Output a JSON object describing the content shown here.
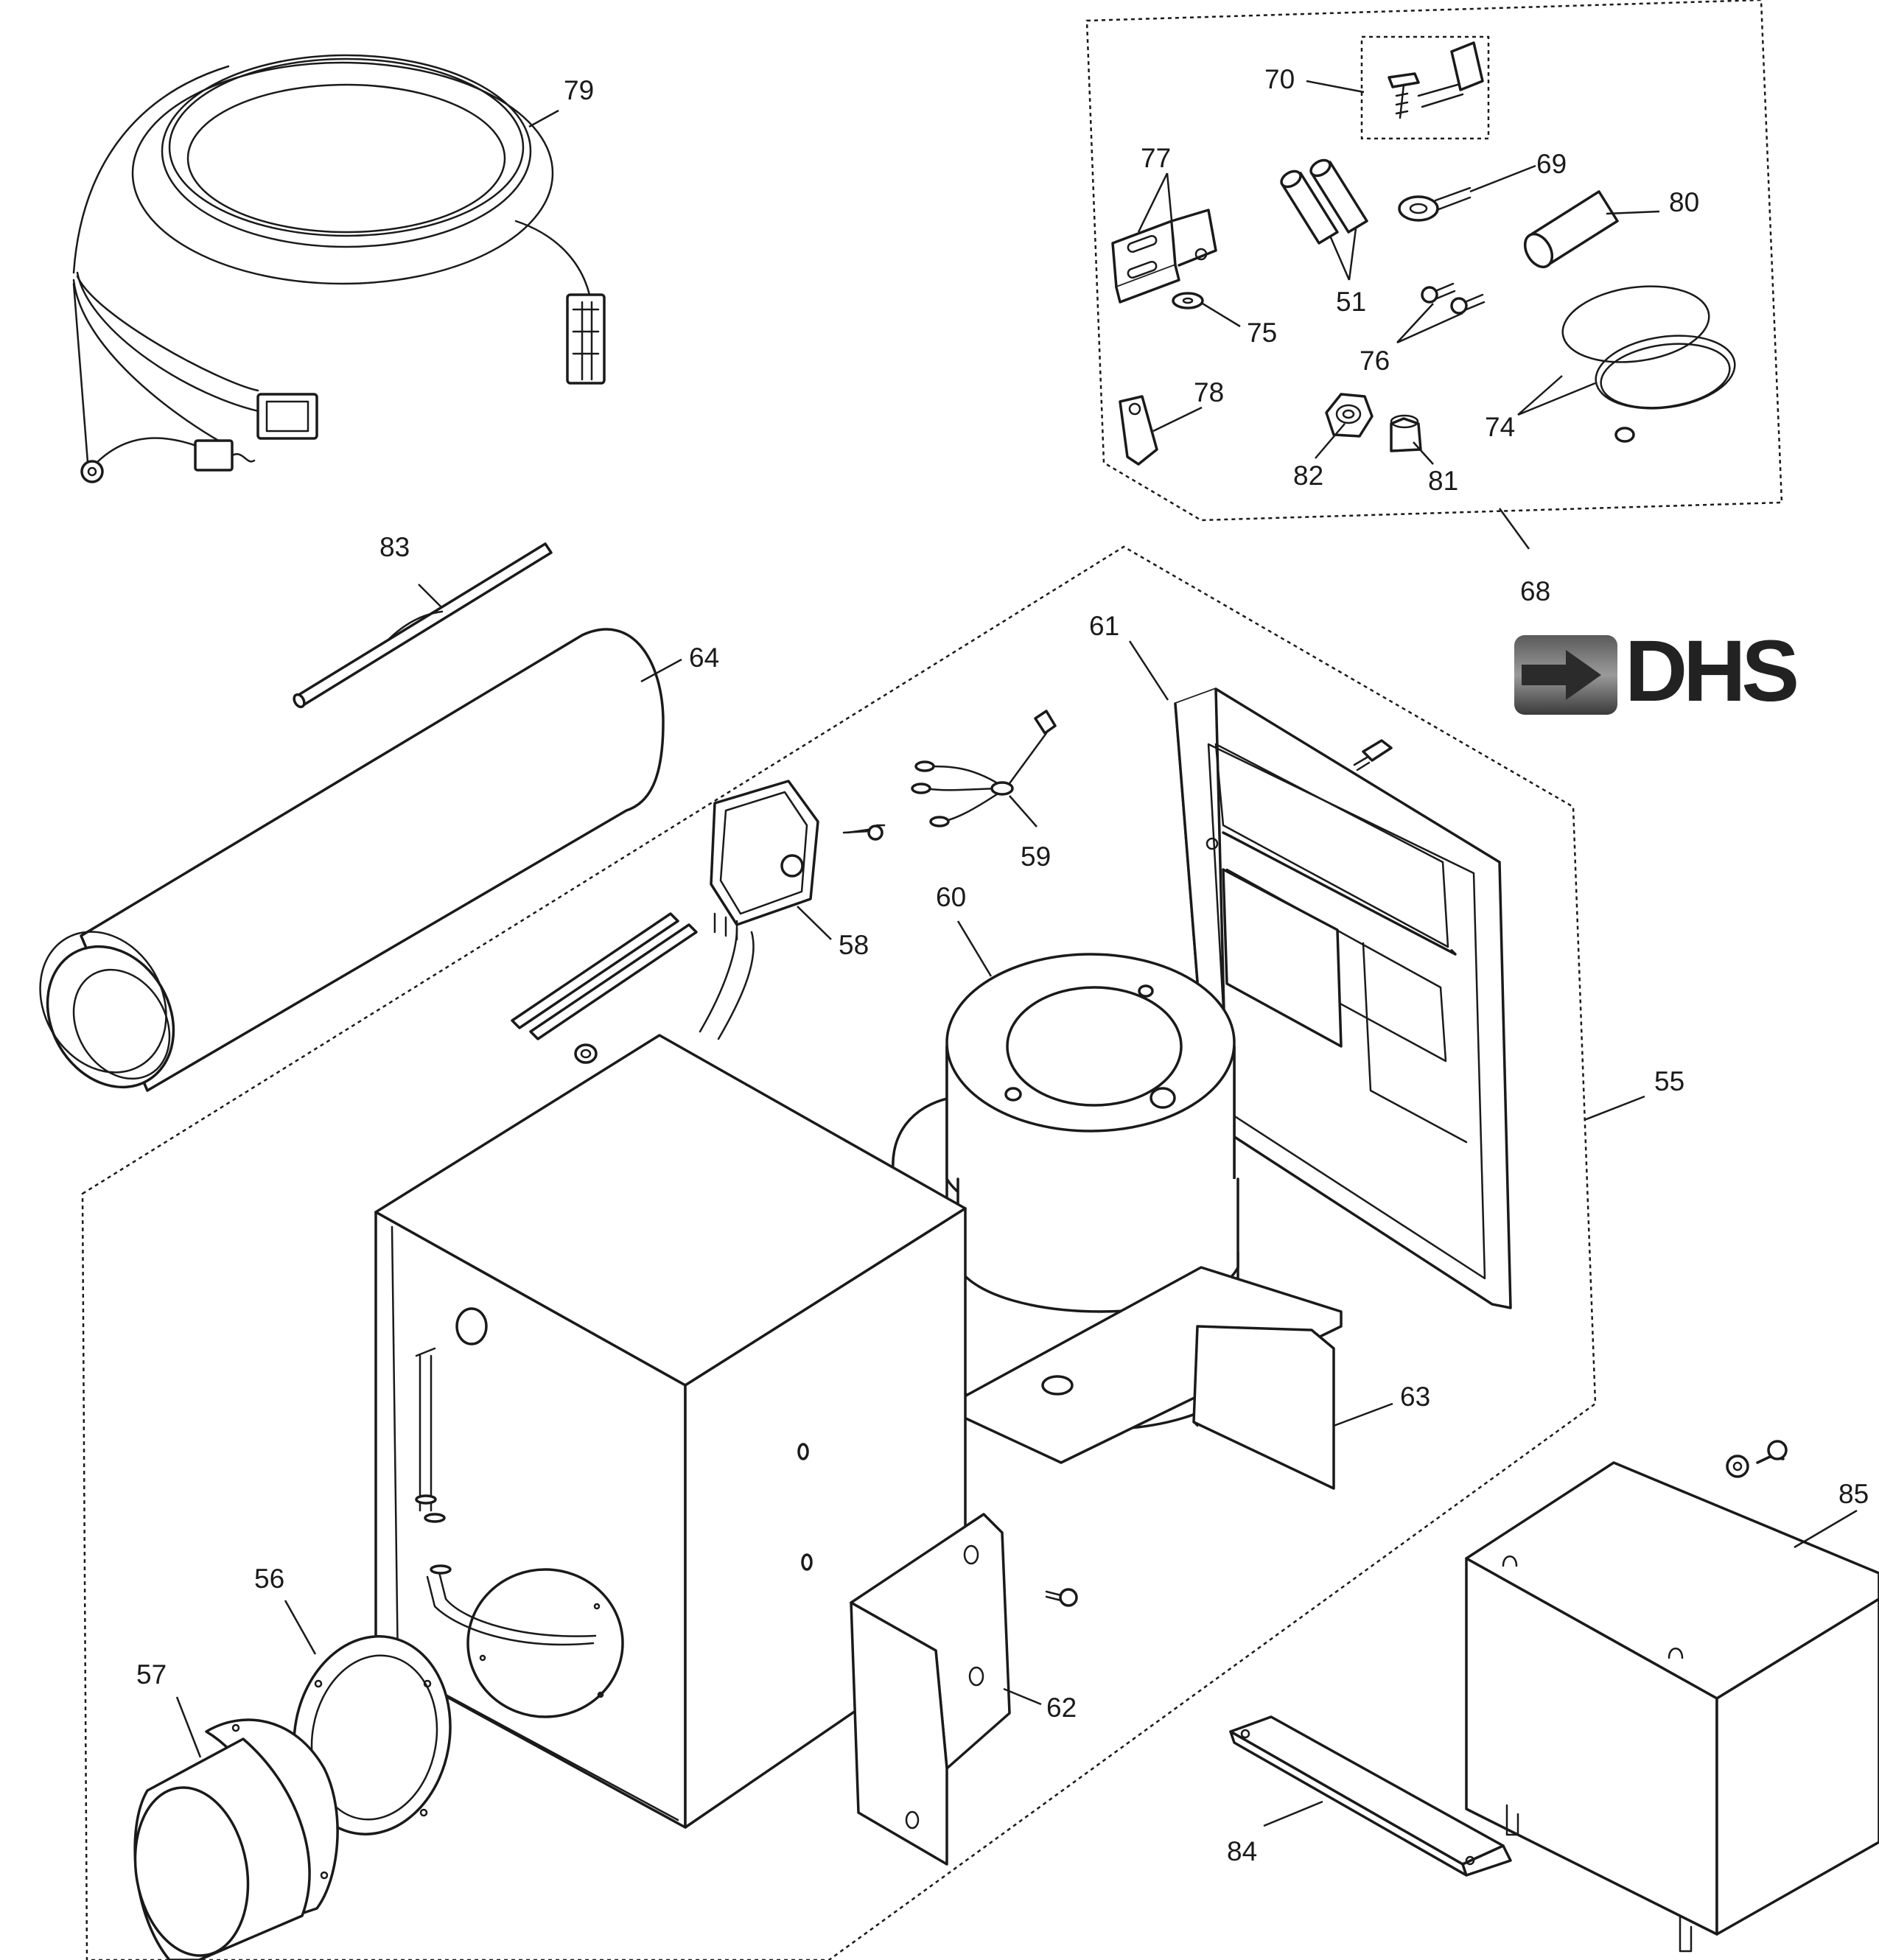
{
  "brand": {
    "name": "DHS",
    "dark": "#222222",
    "mid": "#555555",
    "light": "#9a9a9a"
  },
  "line_color": "#1a1a1a",
  "callouts": [
    {
      "id": "79",
      "label": "79"
    },
    {
      "id": "70",
      "label": "70"
    },
    {
      "id": "77",
      "label": "77"
    },
    {
      "id": "69",
      "label": "69"
    },
    {
      "id": "80",
      "label": "80"
    },
    {
      "id": "51",
      "label": "51"
    },
    {
      "id": "75",
      "label": "75"
    },
    {
      "id": "76",
      "label": "76"
    },
    {
      "id": "78",
      "label": "78"
    },
    {
      "id": "74",
      "label": "74"
    },
    {
      "id": "82",
      "label": "82"
    },
    {
      "id": "81",
      "label": "81"
    },
    {
      "id": "68",
      "label": "68"
    },
    {
      "id": "83",
      "label": "83"
    },
    {
      "id": "64",
      "label": "64"
    },
    {
      "id": "61",
      "label": "61"
    },
    {
      "id": "59",
      "label": "59"
    },
    {
      "id": "58",
      "label": "58"
    },
    {
      "id": "60",
      "label": "60"
    },
    {
      "id": "55",
      "label": "55"
    },
    {
      "id": "63",
      "label": "63"
    },
    {
      "id": "85",
      "label": "85"
    },
    {
      "id": "56",
      "label": "56"
    },
    {
      "id": "57",
      "label": "57"
    },
    {
      "id": "62",
      "label": "62"
    },
    {
      "id": "84",
      "label": "84"
    }
  ]
}
